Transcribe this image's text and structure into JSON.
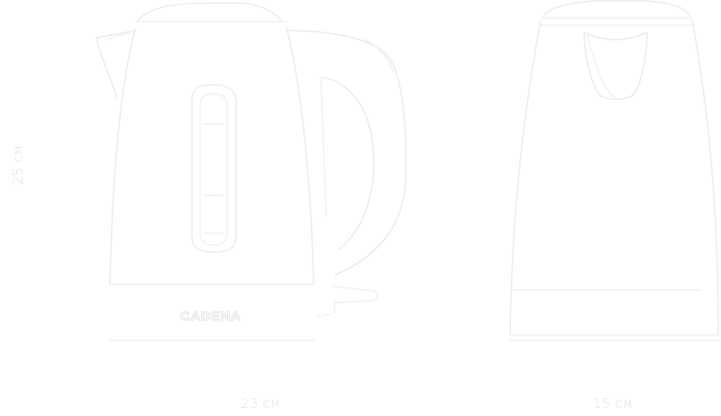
{
  "dimensions": {
    "height": "25 см",
    "width": "23 см",
    "depth": "15 см"
  },
  "brand_logo": "CADENA"
}
